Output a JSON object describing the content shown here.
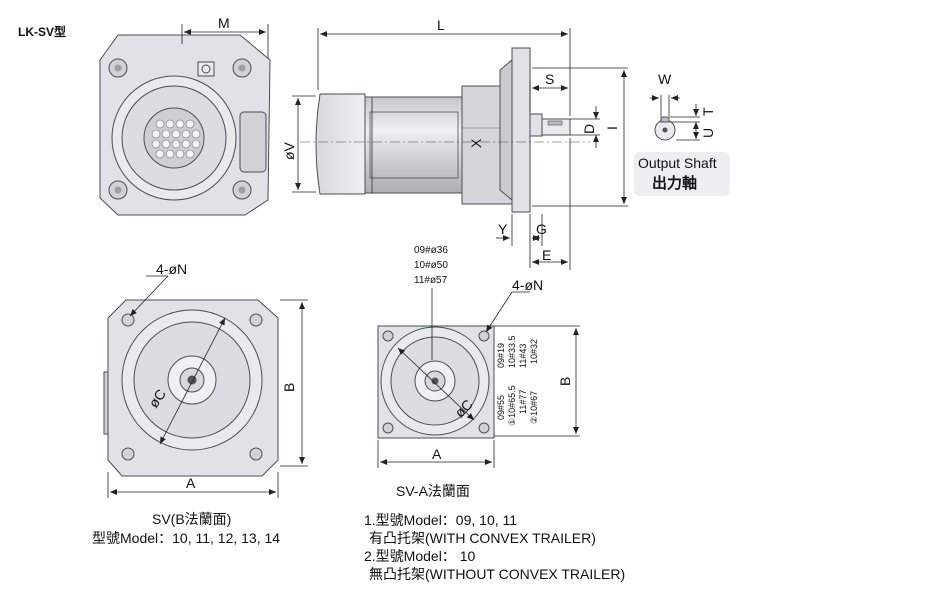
{
  "title": "LK-SV型",
  "side_view": {
    "M": "M",
    "L": "L",
    "S": "S",
    "D": "D",
    "I": "I",
    "X": "X",
    "V": "øV",
    "Y": "Y",
    "G": "G",
    "E": "E"
  },
  "shaft": {
    "W": "W",
    "T": "T",
    "U": "U",
    "label": "Output Shaft",
    "label_cn": "出力軸"
  },
  "flange_b": {
    "holes": "4-øN",
    "C": "øC",
    "B": "B",
    "A": "A",
    "caption": "SV(B法蘭面)",
    "models": "型號Model：10, 11, 12, 13, 14"
  },
  "flange_a": {
    "holes": "4-øN",
    "C": "øC",
    "B": "B",
    "A": "A",
    "caption": "SV-A法蘭面",
    "dia_09": "09#ø36",
    "dia_10": "10#ø50",
    "dia_11": "11#ø57",
    "v_09": "09#19",
    "v_10": "10#33.5",
    "v_11": "11#43",
    "v_10b": "10#32",
    "v_09b": "09#55",
    "v_10c": "①10#65.5",
    "v_11b": "11#77",
    "v_10d": "②10#67",
    "note1_a": "1.型號Model：09, 10, 11",
    "note1_b": "有凸托架(WITH CONVEX TRAILER)",
    "note2_a": "2.型號Model： 10",
    "note2_b": "無凸托架(WITHOUT CONVEX TRAILER)"
  },
  "colors": {
    "body": "#dfe2e6",
    "shade": "#b9bec4",
    "line": "#4a4f55"
  }
}
